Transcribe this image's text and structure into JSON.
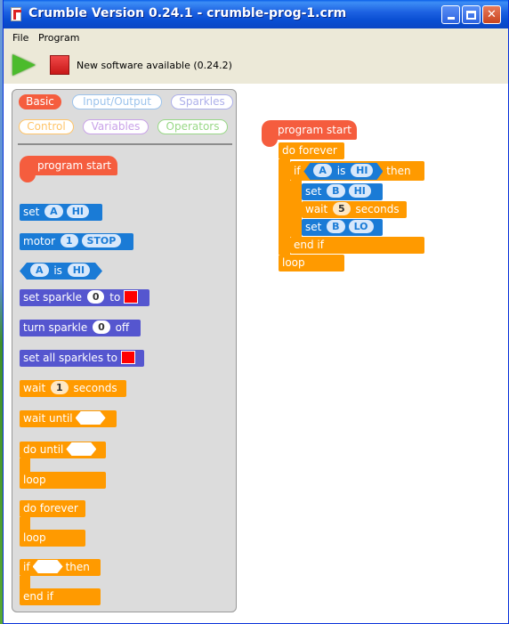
{
  "window": {
    "title": "Crumble Version 0.24.1 - crumble-prog-1.crm",
    "min_label": "_",
    "close_label": "✕"
  },
  "menu": {
    "file": "File",
    "program": "Program"
  },
  "toolbar": {
    "update_message": "New software available (0.24.2)"
  },
  "palette": {
    "categories": [
      "Basic",
      "Input/Output",
      "Sparkles",
      "Control",
      "Variables",
      "Operators"
    ],
    "category_colors": {
      "Basic": "#f55d3e",
      "Input/Output": "#1a7bd6",
      "Sparkles": "#5556cf",
      "Control": "#ff9a00",
      "Variables": "#a65ad6",
      "Operators": "#4cbb2c"
    },
    "active_category": "Basic",
    "blocks": {
      "program_start": "program start",
      "set_word": "set",
      "set_pin": "A",
      "set_state": "HI",
      "motor_word": "motor",
      "motor_num": "1",
      "motor_state": "STOP",
      "is_pin": "A",
      "is_word": "is",
      "is_state": "HI",
      "set_sparkle_word": "set sparkle",
      "set_sparkle_num": "0",
      "set_sparkle_to": "to",
      "turn_sparkle_word": "turn sparkle",
      "turn_sparkle_num": "0",
      "turn_sparkle_off": "off",
      "set_all_sparkles": "set all sparkles to",
      "wait_word": "wait",
      "wait_num": "1",
      "wait_unit": "seconds",
      "wait_until": "wait until",
      "do_until": "do until",
      "do_until_end": "loop",
      "do_forever": "do forever",
      "do_forever_end": "loop",
      "if_word": "if",
      "if_then": "then",
      "if_end": "end if"
    }
  },
  "program": {
    "start": "program start",
    "forever": "do forever",
    "if_word": "if",
    "if_pin": "A",
    "if_is": "is",
    "if_state": "HI",
    "if_then": "then",
    "set1_word": "set",
    "set1_pin": "B",
    "set1_state": "HI",
    "wait_word": "wait",
    "wait_num": "5",
    "wait_unit": "seconds",
    "set2_word": "set",
    "set2_pin": "B",
    "set2_state": "LO",
    "end_if": "end if",
    "loop": "loop"
  },
  "colors": {
    "io": "#1a7bd6",
    "sparkles": "#5556cf",
    "control": "#ff9a00",
    "start": "#f55d3e",
    "sparkle_color": "#ff0000"
  }
}
